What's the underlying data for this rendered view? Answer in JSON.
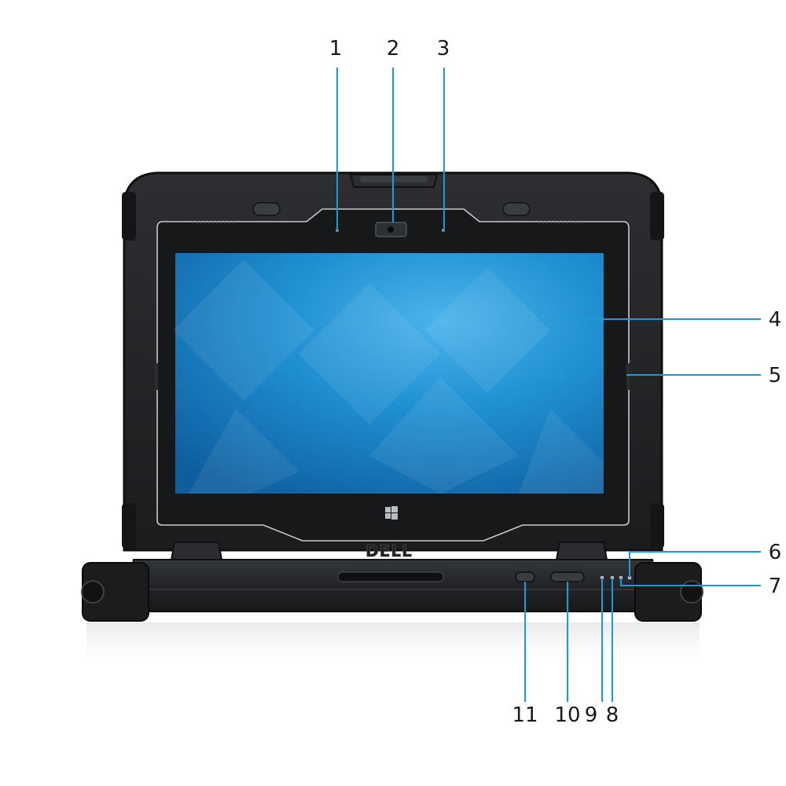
{
  "brand": {
    "logo_text": "DELL"
  },
  "icons": {
    "windows_button": "windows-logo-icon"
  },
  "colors": {
    "leader_line": "#1c9ad6",
    "body_dark": "#1f2123",
    "screen_blue": "#1d8fd0",
    "screen_edge": "#0f5f9e"
  },
  "callouts": [
    {
      "id": "c1",
      "label": "1"
    },
    {
      "id": "c2",
      "label": "2"
    },
    {
      "id": "c3",
      "label": "3"
    },
    {
      "id": "c4",
      "label": "4"
    },
    {
      "id": "c5",
      "label": "5"
    },
    {
      "id": "c6",
      "label": "6"
    },
    {
      "id": "c7",
      "label": "7"
    },
    {
      "id": "c8",
      "label": "8"
    },
    {
      "id": "c9",
      "label": "9"
    },
    {
      "id": "c10",
      "label": "10"
    },
    {
      "id": "c11",
      "label": "11"
    }
  ]
}
